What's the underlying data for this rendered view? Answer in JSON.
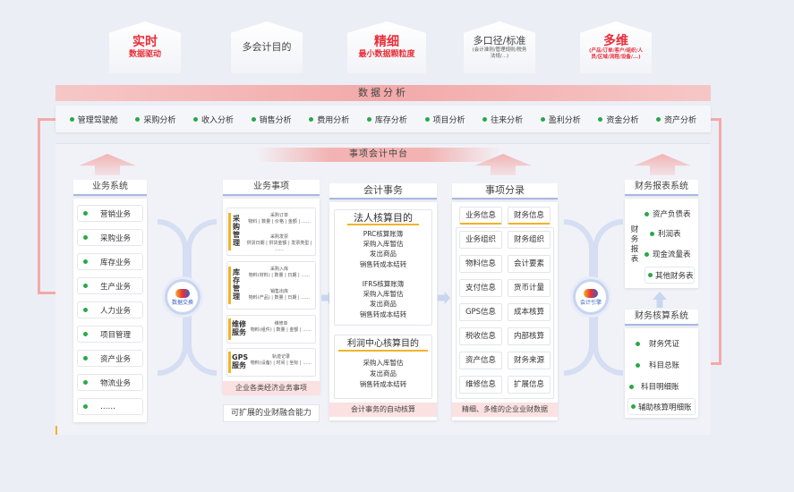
{
  "top_hexes": [
    {
      "big": "实时",
      "sub": "数据驱动"
    },
    {
      "plain": "多会计目的"
    },
    {
      "big": "精细",
      "sub": "最小数据颗粒度"
    },
    {
      "plain": "多口径/标准",
      "tiny": "(会计准则/管理规则/税务法规/...)"
    },
    {
      "big": "多维",
      "tinyr": "(产品/订单/客户/组织/人员/区域/流程/设备/...)"
    }
  ],
  "data_analysis": {
    "title": "数据分析",
    "items": [
      "管理驾驶舱",
      "采购分析",
      "收入分析",
      "销售分析",
      "费用分析",
      "库存分析",
      "项目分析",
      "往来分析",
      "盈利分析",
      "资金分析",
      "资产分析"
    ]
  },
  "middle_title": "事项会计中台",
  "business_system": {
    "title": "业务系统",
    "items": [
      "营销业务",
      "采购业务",
      "库存业务",
      "生产业务",
      "人力业务",
      "项目管理",
      "资产业务",
      "物流业务",
      "……"
    ]
  },
  "left_hub": "数据交换",
  "business_events": {
    "title": "业务事项",
    "groups": [
      {
        "label": "采购管理",
        "entries": [
          {
            "name": "采购订单",
            "fields": "物料 | 数量 | 价格 | 金额 | ……"
          },
          {
            "name": "采购发票",
            "fields": "供货日期 | 供货金额 | 发票类型 | ……"
          }
        ]
      },
      {
        "label": "库存管理",
        "entries": [
          {
            "name": "采购入库",
            "fields": "物料(材料) | 数量 | 日期 | ……"
          },
          {
            "name": "销售出库",
            "fields": "物料(产品) | 数量 | 日期 | ……"
          }
        ]
      },
      {
        "label": "维修服务",
        "entries": [
          {
            "name": "维修单",
            "fields": "物料(组件) | 数量 | 金额 | ……"
          }
        ]
      },
      {
        "label": "GPS服务",
        "entries": [
          {
            "name": "轨迹记录",
            "fields": "物料(设备) | 时间 | 坐标 | ……"
          }
        ]
      }
    ],
    "footer": "企业各类经济业务事项",
    "extension": "可扩展的业财融合能力"
  },
  "accounting_events": {
    "title": "会计事务",
    "legal": {
      "title": "法人核算目的",
      "prc_lines": [
        "PRC核算账簿",
        "采购入库暂估",
        "发出商品",
        "销售转成本结转"
      ],
      "ifrs_lines": [
        "IFRS核算账簿",
        "采购入库暂估",
        "发出商品",
        "销售转成本结转"
      ]
    },
    "profit": {
      "title": "利润中心核算目的",
      "lines": [
        "采购入库暂估",
        "发出商品",
        "销售转成本结转"
      ]
    },
    "footer": "会计事务的自动核算"
  },
  "event_classification": {
    "title": "事项分录",
    "headers": [
      "业务信息",
      "财务信息"
    ],
    "left": [
      "业务组织",
      "物料信息",
      "支付信息",
      "GPS信息",
      "税收信息",
      "资产信息",
      "维修信息"
    ],
    "right": [
      "财务组织",
      "会计要素",
      "货币计量",
      "成本核算",
      "内部核算",
      "财务来源",
      "扩展信息"
    ],
    "footer": "精细、多维的企业业财数据"
  },
  "right_hub": "会计引擎",
  "financial_reports": {
    "title": "财务报表系统",
    "side_label": "财务报表",
    "items": [
      "资产负债表",
      "利润表",
      "现金流量表",
      "其他财务表"
    ]
  },
  "accounting_system": {
    "title": "财务核算系统",
    "items": [
      "财务凭证",
      "科目总账",
      "科目明细账",
      "辅助核算明细账"
    ]
  },
  "colors": {
    "accent_red": "#e8303a",
    "green_dot": "#2aa84a",
    "yellow": "#f0b429",
    "blue_line": "#a8b8e2"
  }
}
